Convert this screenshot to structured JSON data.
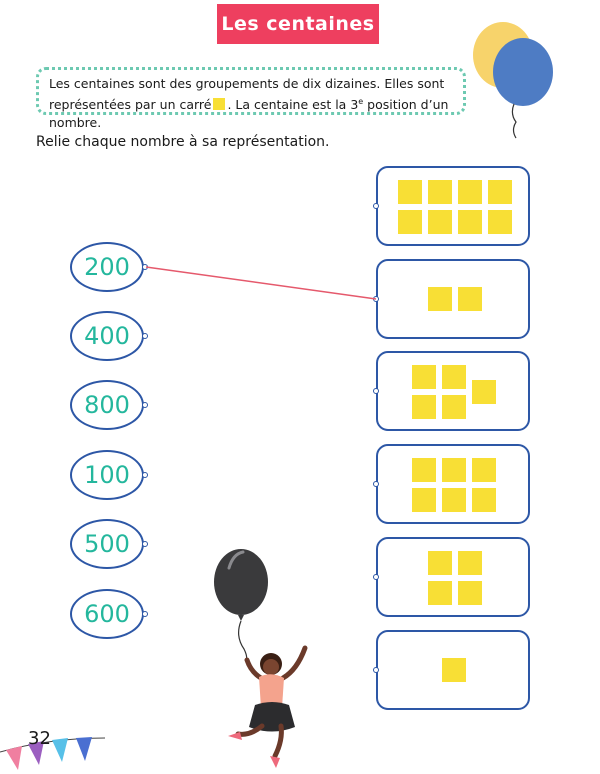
{
  "header": {
    "title": "Les centaines"
  },
  "info": {
    "line1": "Les centaines sont des groupements de dix dizaines. Elles sont",
    "line2_before": "représentées par un carré",
    "line2_after": ". La centaine est la 3",
    "superscript": "e",
    "line2_end": " position d’un nombre."
  },
  "instruction": "Relie chaque nombre à sa représentation.",
  "numbers": [
    "200",
    "400",
    "800",
    "100",
    "500",
    "600"
  ],
  "cards": [
    {
      "squares": 8
    },
    {
      "squares": 2
    },
    {
      "squares": 5
    },
    {
      "squares": 6
    },
    {
      "squares": 4
    },
    {
      "squares": 1
    }
  ],
  "connection": {
    "from_number": "200",
    "to_card_squares": 2
  },
  "page_number": "32",
  "colors": {
    "banner": "#ee3f5f",
    "border": "#2d57a6",
    "number_text": "#24b79d",
    "square": "#f8df35",
    "connector_line": "#e5596c",
    "info_border": "#6dc9b1"
  }
}
